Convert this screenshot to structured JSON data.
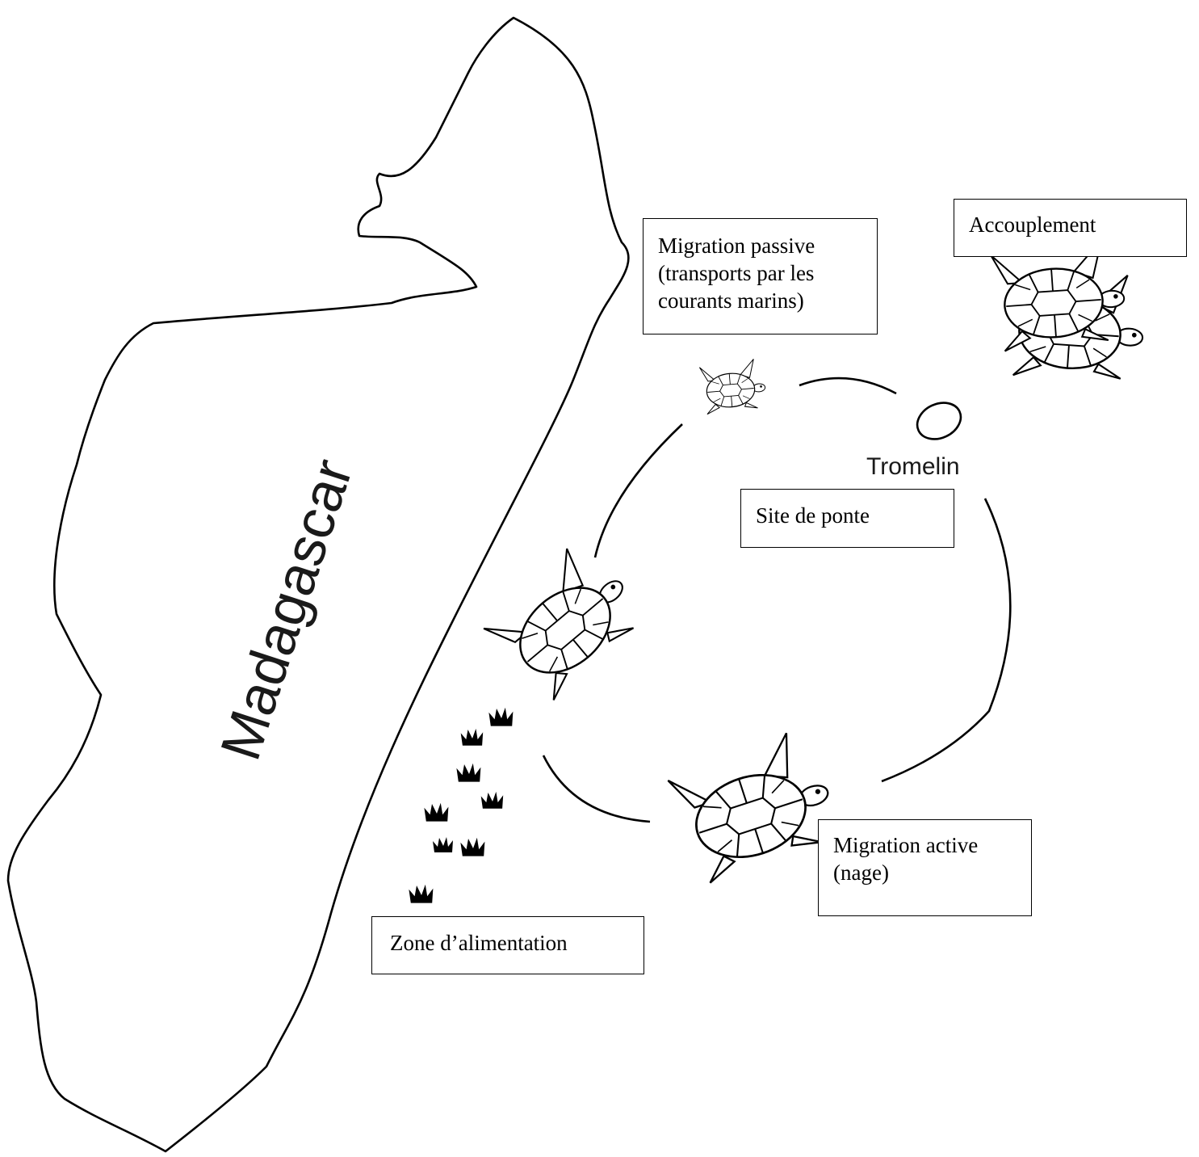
{
  "map": {
    "island_label": "Madagascar",
    "site_label": "Tromelin"
  },
  "boxes": {
    "passive": "Migration passive\n(transports par les\ncourants marins)",
    "mating": "Accouplement",
    "nesting": "Site de ponte",
    "active": "Migration active\n(nage)",
    "feeding": "Zone d’alimentation"
  },
  "colors": {
    "line": "#000000",
    "background": "#ffffff"
  },
  "icons": [
    "hatchling-turtle-icon",
    "mating-turtles-icon",
    "swimming-turtle-icon",
    "adult-turtle-icon",
    "seagrass-icon",
    "island-outline-icon"
  ]
}
